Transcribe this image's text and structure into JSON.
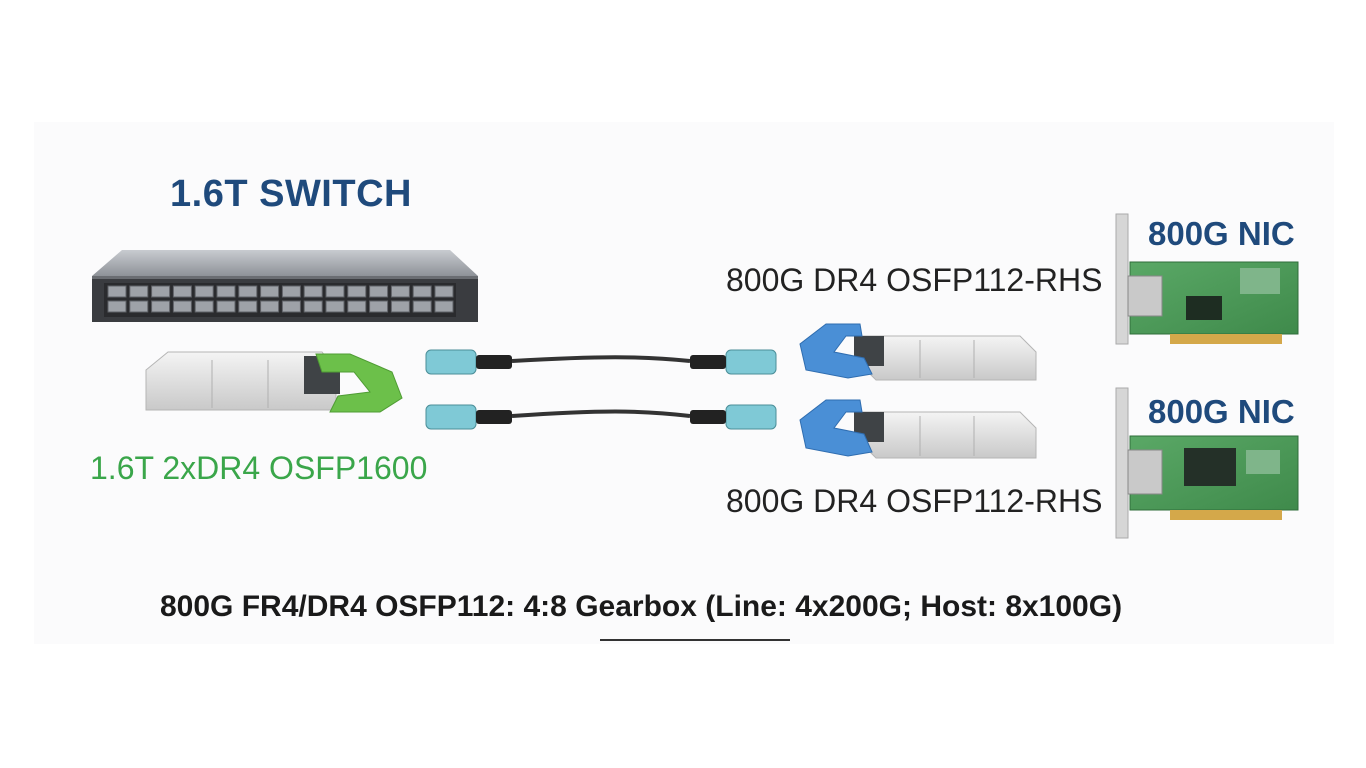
{
  "switch": {
    "title": "1.6T SWITCH"
  },
  "nics": [
    {
      "title": "800G NIC"
    },
    {
      "title": "800G NIC"
    }
  ],
  "modules": {
    "switch_side": {
      "label": "1.6T 2xDR4 OSFP1600",
      "accent_color": "#6cc04a"
    },
    "nic_side": [
      {
        "label": "800G DR4 OSFP112-RHS",
        "accent_color": "#4a8fd6"
      },
      {
        "label": "800G DR4 OSFP112-RHS",
        "accent_color": "#4a8fd6"
      }
    ]
  },
  "caption": {
    "prefix": "800G FR4/DR4 OSFP112: ",
    "underlined": "4:8 Gearbox",
    "suffix": " (Line: 4x200G; Host: 8x100G)"
  },
  "colors": {
    "title_blue": "#1f4a7c",
    "green_label": "#3aa64a",
    "connector_teal": "#7fc9d6",
    "pcb_green": "#4f9a5a"
  }
}
